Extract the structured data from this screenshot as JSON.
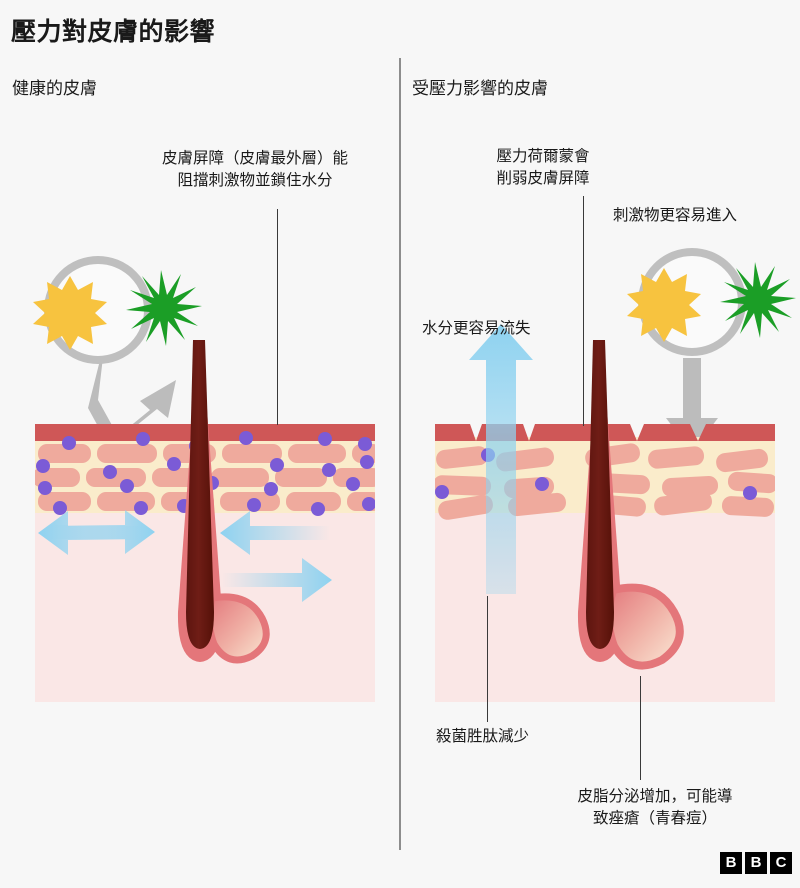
{
  "header": {
    "title": "壓力對皮膚的影響"
  },
  "panels": {
    "left": {
      "heading": "健康的皮膚",
      "annotations": [
        {
          "id": "barrier",
          "text": "皮膚屏障（皮膚最外層）能\n阻擋刺激物並鎖住水分"
        }
      ]
    },
    "right": {
      "heading": "受壓力影響的皮膚",
      "annotations": [
        {
          "id": "hormone",
          "text": "壓力荷爾蒙會\n削弱皮膚屏障"
        },
        {
          "id": "irritants",
          "text": "刺激物更容易進入"
        },
        {
          "id": "moisture",
          "text": "水分更容易流失"
        },
        {
          "id": "peptides",
          "text": "殺菌胜肽減少"
        },
        {
          "id": "sebum",
          "text": "皮脂分泌增加，可能導\n致痤瘡（青春痘）"
        }
      ]
    }
  },
  "icons": {
    "magnifier_left": "magnifier-icon",
    "magnifier_right": "magnifier-icon",
    "star_yellow": "irritant-star-yellow-icon",
    "star_green": "irritant-star-green-icon",
    "arrow_deflected": "deflected-arrow-icon",
    "arrow_entering": "entering-arrow-icon",
    "arrow_moisture_left": "moisture-retained-arrow-icon",
    "arrow_moisture_right": "moisture-loss-arrow-icon",
    "hair": "hair-follicle-icon",
    "gland": "sebaceous-gland-icon"
  },
  "colors": {
    "background": "#f7f7f7",
    "barrier_red": "#cf5757",
    "cell_salmon": "#efaa9d",
    "cream": "#faeccb",
    "dermis_pink": "#fae7e6",
    "dot_purple": "#7b5bd6",
    "hair_dark": "#6b1a14",
    "follicle_pink": "#e4767a",
    "arrow_blue": "#8ed2f0",
    "magnifier_gray": "#bfbfbf",
    "star_yellow": "#f7c33f",
    "star_green": "#1b9e26",
    "divider_gray": "#8d8d8d",
    "text": "#1a1a1a"
  },
  "footer": {
    "logo_letters": [
      "B",
      "B",
      "C"
    ]
  }
}
